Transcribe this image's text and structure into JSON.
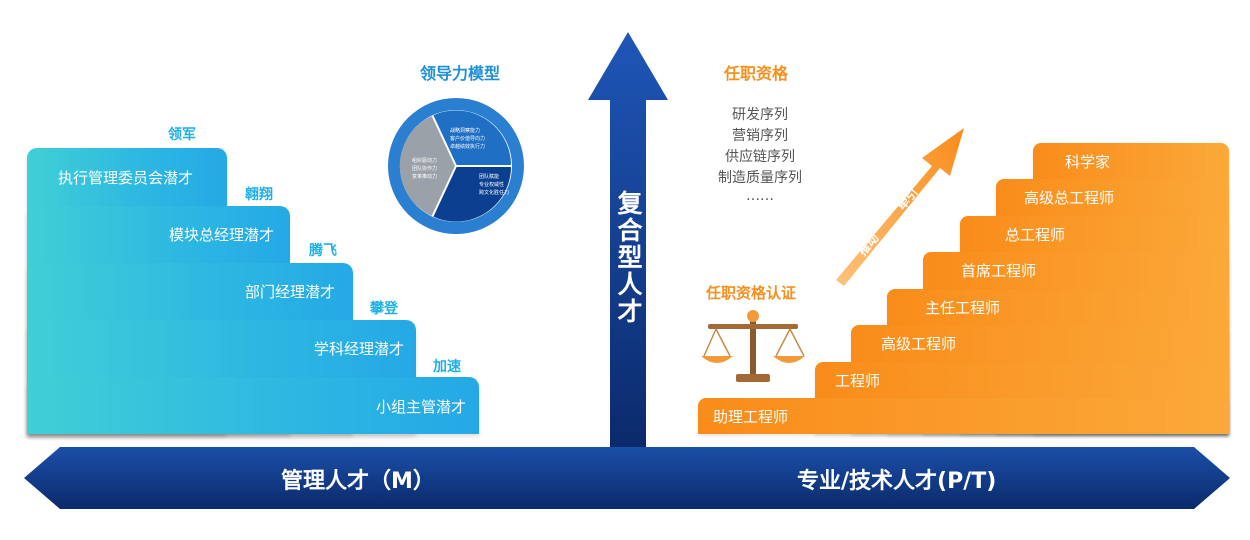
{
  "management": {
    "steps": [
      {
        "label": "执行管理委员会潜才",
        "tag": "领军"
      },
      {
        "label": "模块总经理潜才",
        "tag": "翱翔"
      },
      {
        "label": "部门经理潜才",
        "tag": "腾飞"
      },
      {
        "label": "学科经理潜才",
        "tag": "攀登"
      },
      {
        "label": "小组主管潜才",
        "tag": "加速"
      }
    ],
    "bottom_label": "管理人才（M）"
  },
  "leadership_model": {
    "title": "领导力模型",
    "segments": [
      {
        "lines": [
          "战略洞察能力",
          "客户价值导向力",
          "卓越绩效执行力"
        ],
        "color": "#1f6fc4"
      },
      {
        "lines": [
          "团队赋能",
          "专业权威性",
          "跨文化胜任力"
        ],
        "color": "#0b3f8f"
      },
      {
        "lines": [
          "组织驱动力",
          "团队协作力",
          "变革推动力"
        ],
        "color": "#9aa1a8"
      }
    ]
  },
  "center": {
    "vertical_label": "复合型人才"
  },
  "qualification": {
    "title": "任职资格",
    "sequences": [
      "研发序列",
      "营销序列",
      "供应链序列",
      "制造质量序列",
      "……"
    ],
    "cert_label": "任职资格认证",
    "arrow_words": [
      "推动",
      "牵引"
    ]
  },
  "technical": {
    "steps": [
      "助理工程师",
      "工程师",
      "高级工程师",
      "主任工程师",
      "首席工程师",
      "总工程师",
      "高级总工程师",
      "科学家"
    ],
    "bottom_label": "专业/技术人才(P/T)"
  },
  "colors": {
    "navy": "#0b2a6b",
    "cyan": "#2cb7e2",
    "orange": "#f98c1a"
  }
}
